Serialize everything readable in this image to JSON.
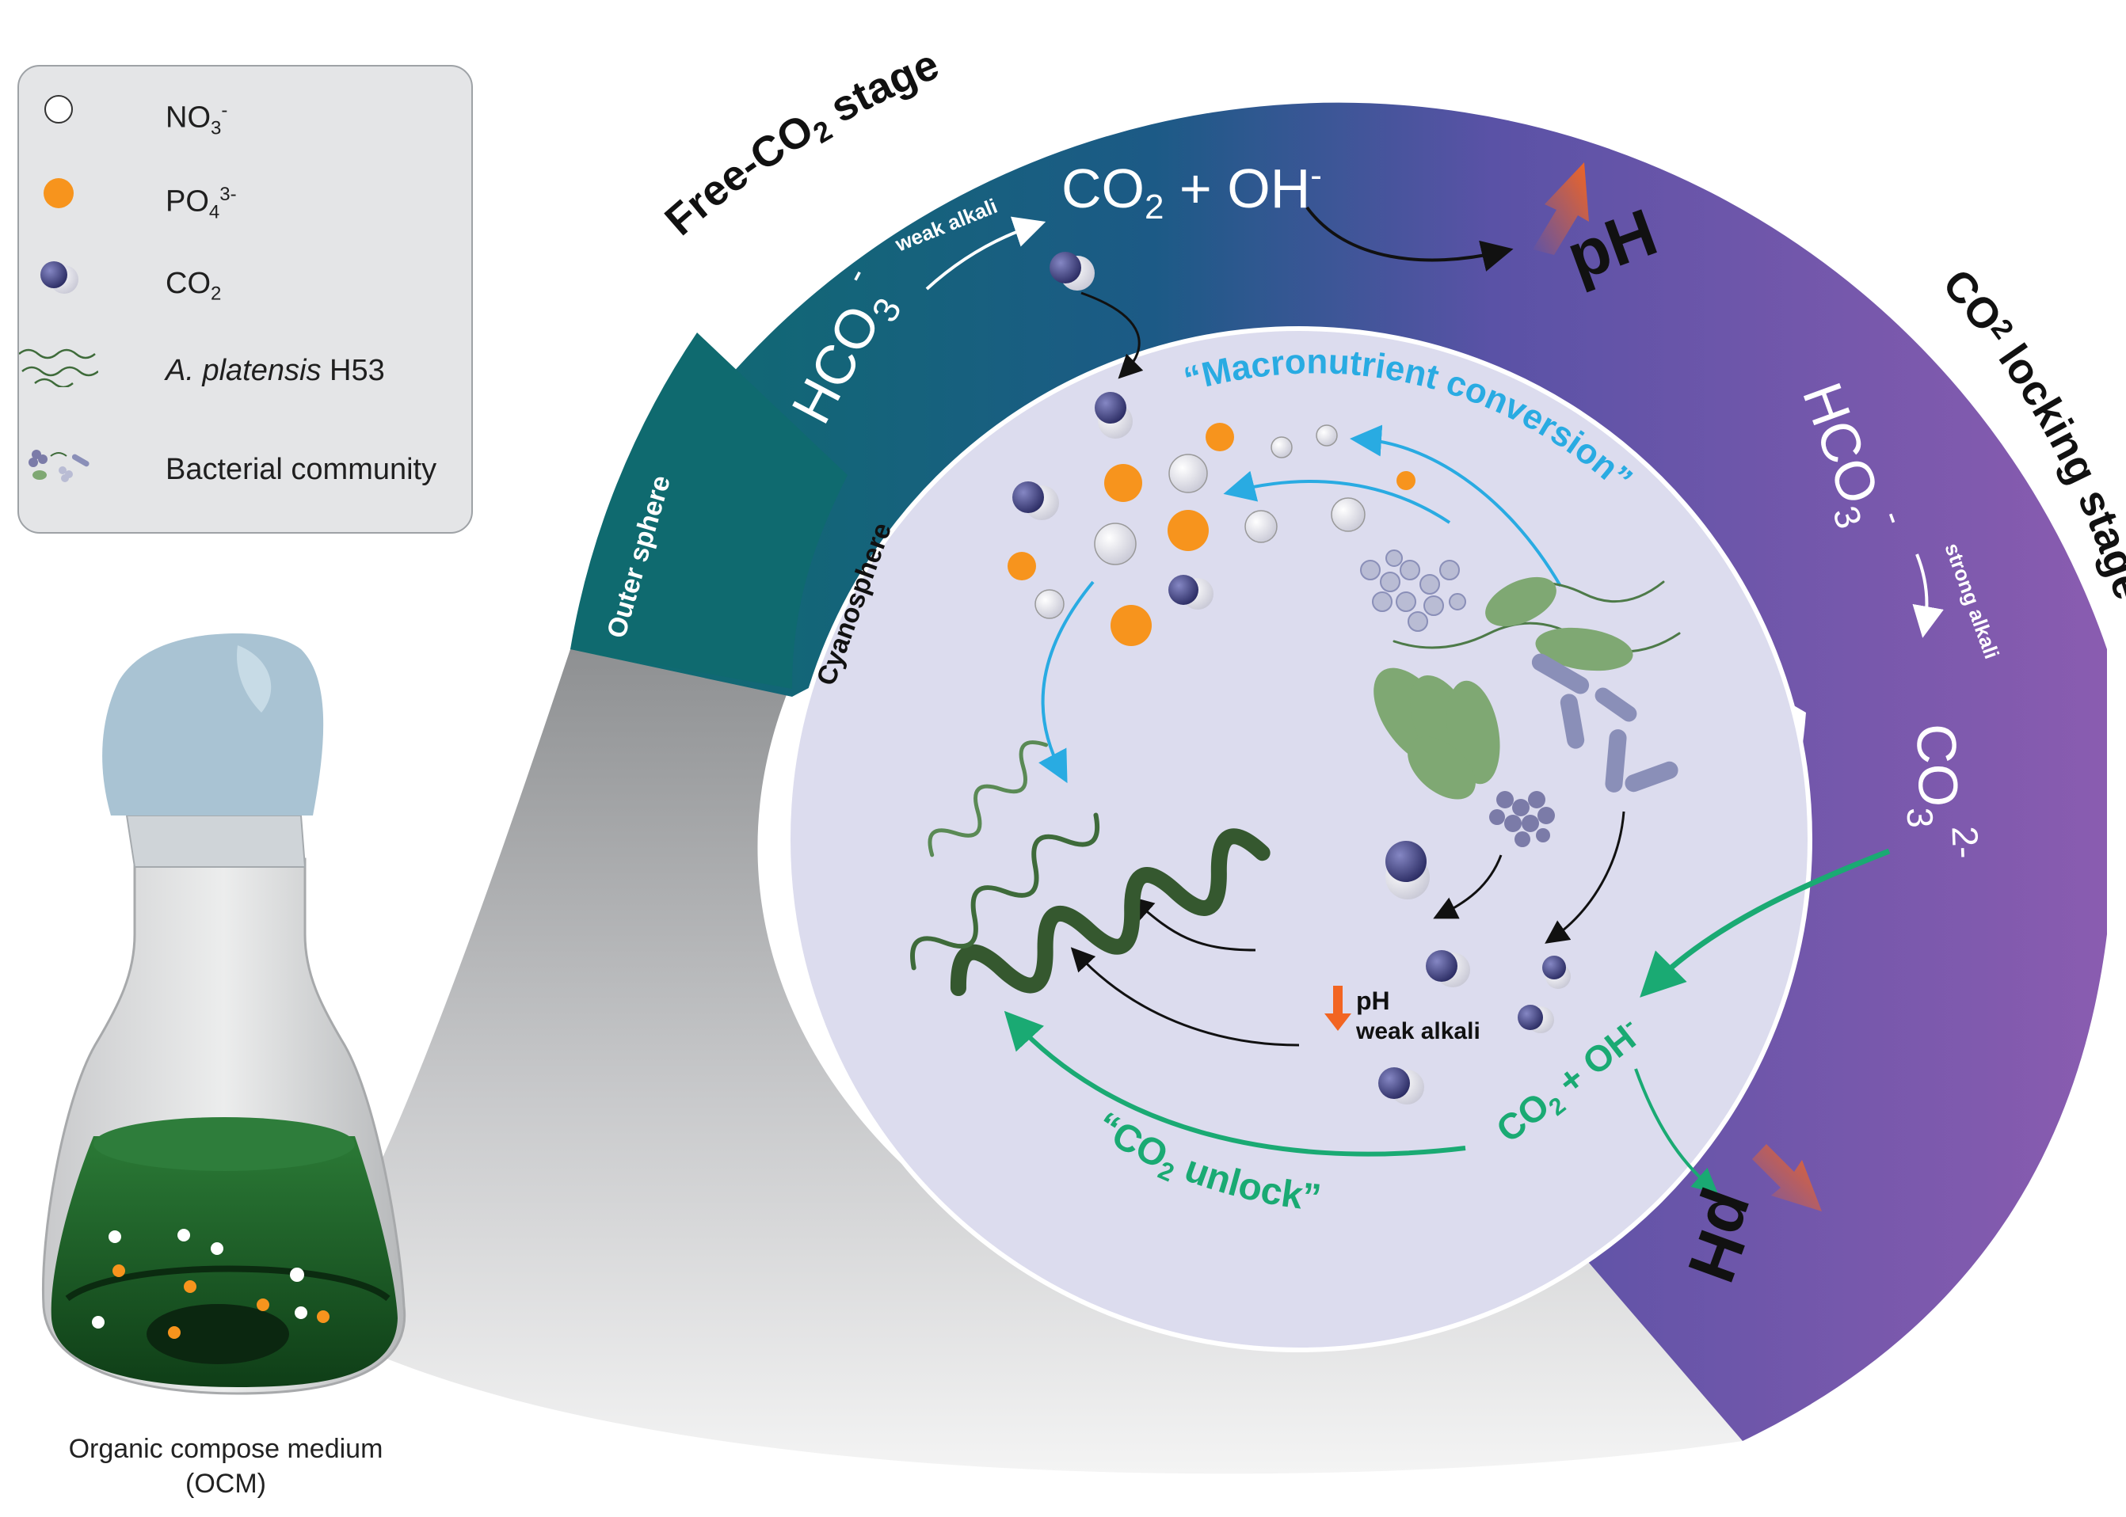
{
  "legend": {
    "items": [
      {
        "id": "nitrate",
        "label": "NO",
        "sub": "3",
        "sup": "-",
        "color": "#ffffff"
      },
      {
        "id": "phosphate",
        "label": "PO",
        "sub": "4",
        "sup": "3-",
        "color": "#f7941d"
      },
      {
        "id": "co2",
        "label": "CO",
        "sub": "2",
        "sup": "",
        "color": "#3e3f7f"
      },
      {
        "id": "spirulina",
        "label_italic": "A.  platensis",
        "label_rest": " H53",
        "color": "#3e6b3a"
      },
      {
        "id": "bacteria",
        "label": "Bacterial community",
        "color": "#7b7ba8"
      }
    ]
  },
  "flask": {
    "caption_line1": "Organic compose medium",
    "caption_line2": "(OCM)"
  },
  "rings": {
    "free_stage_title_a": "Free-CO",
    "free_stage_title_sub": "2",
    "free_stage_title_b": " stage",
    "locking_stage_title_a": "CO",
    "locking_stage_title_sub": "2",
    "locking_stage_title_b": " locking stage",
    "outer_sphere_label": "Outer sphere",
    "cyanosphere_label": "Cyanosphere"
  },
  "free_stage": {
    "bicarbonate": "HCO",
    "bicarbonate_sub": "3",
    "bicarbonate_sup": "-",
    "weak_alkali": "weak alkali",
    "co2_oh_a": "CO",
    "co2_oh_sub": "2",
    "co2_oh_b": " + OH",
    "co2_oh_sup": "-",
    "ph_label": "pH"
  },
  "locking_stage": {
    "bicarbonate": "HCO",
    "bicarbonate_sub": "3",
    "bicarbonate_sup": "-",
    "strong_alkali": "strong alkali",
    "carbonate": "CO",
    "carbonate_sub": "3",
    "carbonate_sup": "2-",
    "ph_label": "pH"
  },
  "inner": {
    "macronutrient_label": "“Macronutrient conversion”",
    "co2_unlock_a": "“CO",
    "co2_unlock_sub": "2",
    "co2_unlock_b": " unlock”",
    "inner_co2_oh_a": "CO",
    "inner_co2_oh_sub": "2",
    "inner_co2_oh_b": " + OH",
    "inner_co2_oh_sup": "-",
    "ph_small": "pH",
    "weak_alkali_small": "weak alkali"
  },
  "colors": {
    "teal": "#0f6a6f",
    "purple": "#7d5aae",
    "inner_circle": "#dcdcee",
    "blue_arrow": "#29abe2",
    "green_arrow": "#1aaa73",
    "orange_arrow": "#f26522",
    "phosphate": "#f7941d",
    "co2_dark": "#3e3f7f",
    "algae": "#3e6b3a",
    "bacteria_green": "#7fa873",
    "bacteria_blue": "#8a8fb8"
  }
}
